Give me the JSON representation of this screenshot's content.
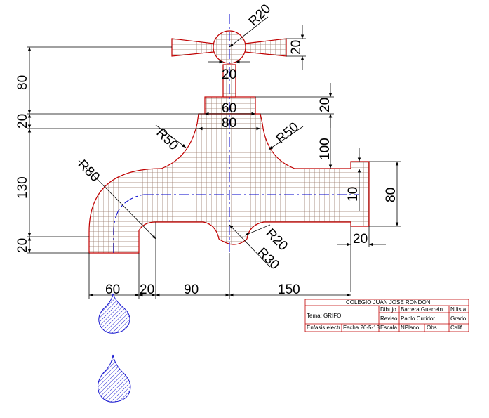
{
  "drawing": {
    "dimensions": {
      "r_handle": "R20",
      "handle_height": "20",
      "stem_width": "20",
      "height_80": "80",
      "cap_height": "20",
      "cap_width": "60",
      "body_width": "80",
      "height_20_left": "20",
      "r50_left": "R50",
      "r50_right": "R50",
      "height_100": "100",
      "r80": "R80",
      "height_130": "130",
      "nozzle_10": "10",
      "nozzle_80": "80",
      "bottom_20_left": "20",
      "r20_lower": "R20",
      "r30": "R30",
      "nozzle_20": "20",
      "w60": "60",
      "w20": "20",
      "w90": "90",
      "w150": "150"
    },
    "colors": {
      "outline": "#c00000",
      "hatch": "#9a7a6a",
      "center_line": "#0000cc",
      "drop": "#1a1ad0",
      "dimension": "#000000"
    }
  },
  "title_block": {
    "school": "COLEGIO JUAN JOSE RONDON",
    "theme": "Tema: GRIFO",
    "labels": {
      "dibujo": "Dibujo",
      "reviso": "Reviso",
      "lista": "N lista",
      "grado": "Grado",
      "enfasis": "Enfasis electr",
      "fecha": "Fecha 26-5-13",
      "escala": "Escala",
      "plano": "NPlano",
      "obs": "Obs",
      "calif": "Calif"
    },
    "dibujo_name": "Barrera Guerrein",
    "reviso_name": "Pablo Curidor"
  }
}
